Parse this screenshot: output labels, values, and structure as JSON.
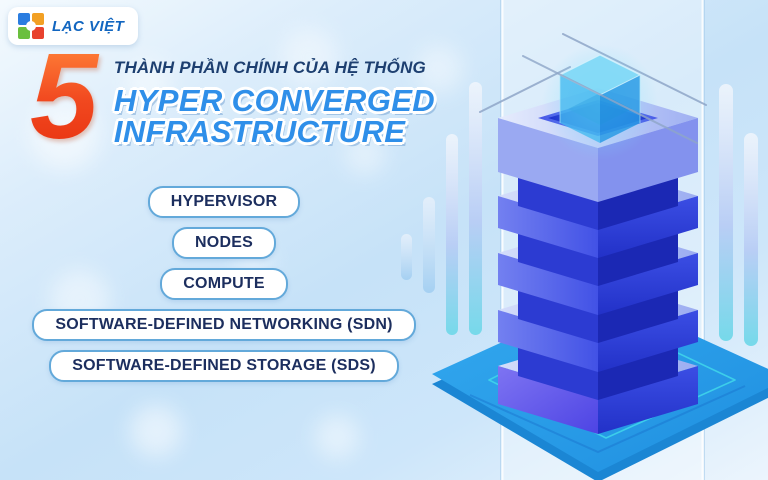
{
  "brand": {
    "name": "LẠC VIỆT",
    "mark_colors": {
      "top_left": "#2b7de0",
      "top_right": "#f2a024",
      "bottom_left": "#6abf3e",
      "bottom_right": "#e8422e"
    }
  },
  "headline": {
    "number": "5",
    "subtitle": "THÀNH PHẦN CHÍNH CỦA HỆ THỐNG",
    "title_line1": "HYPER CONVERGED",
    "title_line2": "INFRASTRUCTURE"
  },
  "components": [
    {
      "label": "HYPERVISOR"
    },
    {
      "label": "NODES"
    },
    {
      "label": "COMPUTE"
    },
    {
      "label": "SOFTWARE-DEFINED NETWORKING (SDN)"
    },
    {
      "label": "SOFTWARE-DEFINED STORAGE (SDS)"
    }
  ],
  "illustration": {
    "subject": "isometric-server-stack-with-glowing-cube",
    "layers": 5,
    "colors": {
      "platform_blue": "#2196eb",
      "slab_face_left": "#4453e6",
      "slab_face_right": "#2838cc",
      "slab_top_rim": "#b7c3f6",
      "cube_cyan": "#4cc5f0",
      "outline_teal": "#3fd4ea"
    }
  },
  "palette": {
    "accent_orange": "#f04a22",
    "title_blue": "#2f8fe9",
    "navy_text": "#1c2e5e",
    "pill_border": "#63a9da",
    "background_light_blue": "#c6e2f8"
  }
}
